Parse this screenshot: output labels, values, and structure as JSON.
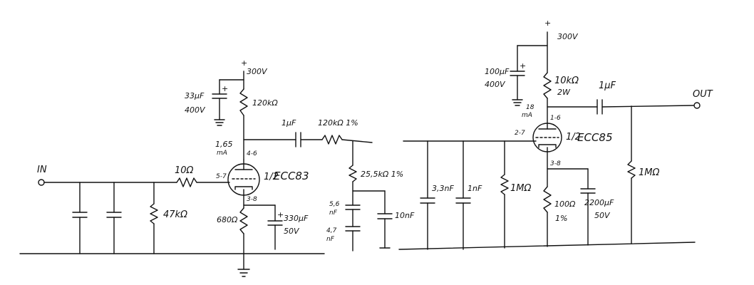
{
  "labels": {
    "input": "IN",
    "output": "OUT",
    "b_plus_1": "300V",
    "b_plus_2": "300V",
    "plus_1": "+",
    "plus_2": "+",
    "plus_3": "+",
    "plus_4": "+",
    "plus_5": "+"
  },
  "stage1": {
    "tube_type": "ECC83",
    "tube_half": "1/2",
    "pins_plate": "4-6",
    "pins_cathode": "3-8",
    "pin_grid": "5-7",
    "plate_current": "1,65",
    "plate_current_unit": "mA",
    "plate_resistor": "120kΩ",
    "plate_cap_value": "33µF",
    "plate_cap_voltage": "400V",
    "cathode_resistor": "680Ω",
    "cathode_cap_value": "330µF",
    "cathode_cap_voltage": "50V",
    "grid_stopper": "10Ω",
    "input_resistor": "47kΩ"
  },
  "network": {
    "coupling_cap": "1µF",
    "series_resistor": "120kΩ 1%",
    "shunt_resistor": "25,5kΩ 1%",
    "cap_a": "5,6",
    "cap_a_unit": "nF",
    "cap_b": "4,7",
    "cap_b_unit": "nF",
    "cap_c": "10nF",
    "cap_d": "3,3nF",
    "cap_e": "1nF"
  },
  "stage2": {
    "tube_type": "ECC85",
    "tube_half": "1/2",
    "pins_plate": "1-6",
    "pins_cathode": "3-8",
    "pin_grid": "2-7",
    "plate_current": "18",
    "plate_current_unit": "mA",
    "plate_resistor": "10kΩ",
    "plate_resistor_power": "2W",
    "plate_cap_value": "100µF",
    "plate_cap_voltage": "400V",
    "grid_resistor": "1MΩ",
    "cathode_resistor": "100Ω",
    "cathode_resistor_tol": "1%",
    "cathode_cap_value": "2200µF",
    "cathode_cap_voltage": "50V",
    "output_cap": "1µF",
    "output_resistor": "1MΩ"
  }
}
